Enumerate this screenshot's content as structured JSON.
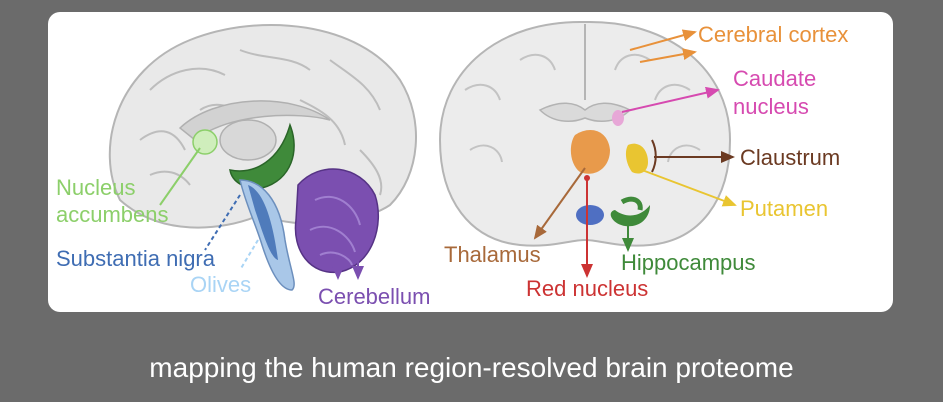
{
  "labels": {
    "nucleus_accumbens_line1": "Nucleus",
    "nucleus_accumbens_line2": "accumbens",
    "substantia_nigra": "Substantia nigra",
    "olives": "Olives",
    "cerebellum": "Cerebellum",
    "cerebral_cortex": "Cerebral cortex",
    "caudate_nucleus_line1": "Caudate",
    "caudate_nucleus_line2": "nucleus",
    "claustrum": "Claustrum",
    "putamen": "Putamen",
    "thalamus": "Thalamus",
    "red_nucleus": "Red nucleus",
    "hippocampus": "Hippocampus"
  },
  "caption": "mapping the human region-resolved brain proteome",
  "colors": {
    "nucleus_accumbens": "#8ccf6a",
    "substantia_nigra": "#3f6db3",
    "olives": "#a9d4f5",
    "cerebellum": "#7b4fb0",
    "cerebral_cortex": "#e8913a",
    "caudate_nucleus": "#d64ab0",
    "claustrum": "#6b3a22",
    "putamen": "#e9c531",
    "thalamus": "#a8693a",
    "red_nucleus": "#cc3333",
    "hippocampus": "#3f8a3a",
    "background": "#6b6b6b"
  },
  "icons": [
    "sagittal-brain-illustration",
    "coronal-brain-illustration"
  ]
}
